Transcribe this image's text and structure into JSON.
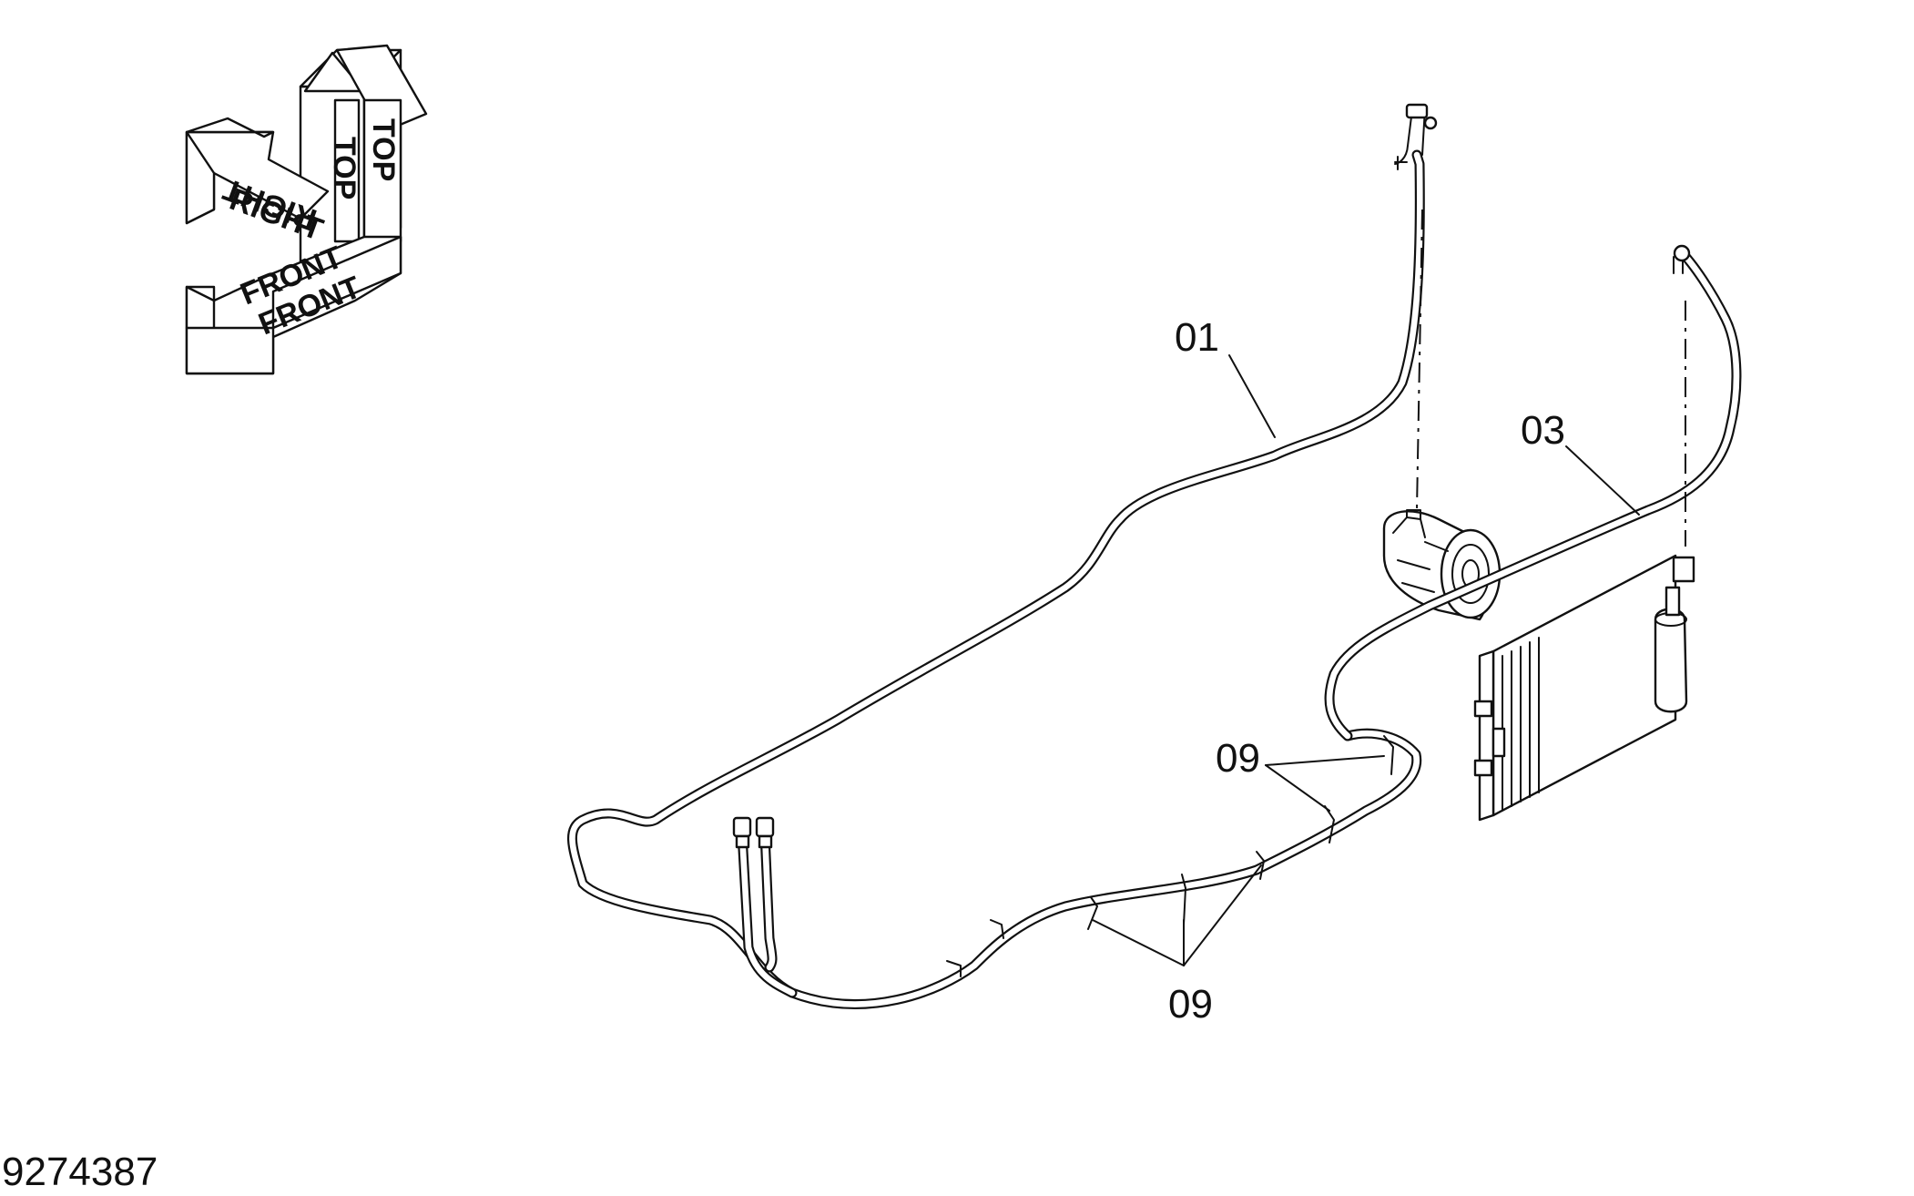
{
  "orientation": {
    "top_1": "TOP",
    "top_2": "TOP",
    "right_1": "RIGHT",
    "right_2": "RIGHT",
    "front_1": "FRONT",
    "front_2": "FRONT"
  },
  "callouts": {
    "hose_01": "01",
    "hose_03": "03",
    "clamps_upper": "09",
    "clamps_lower": "09"
  },
  "drawing_number": "9274387"
}
